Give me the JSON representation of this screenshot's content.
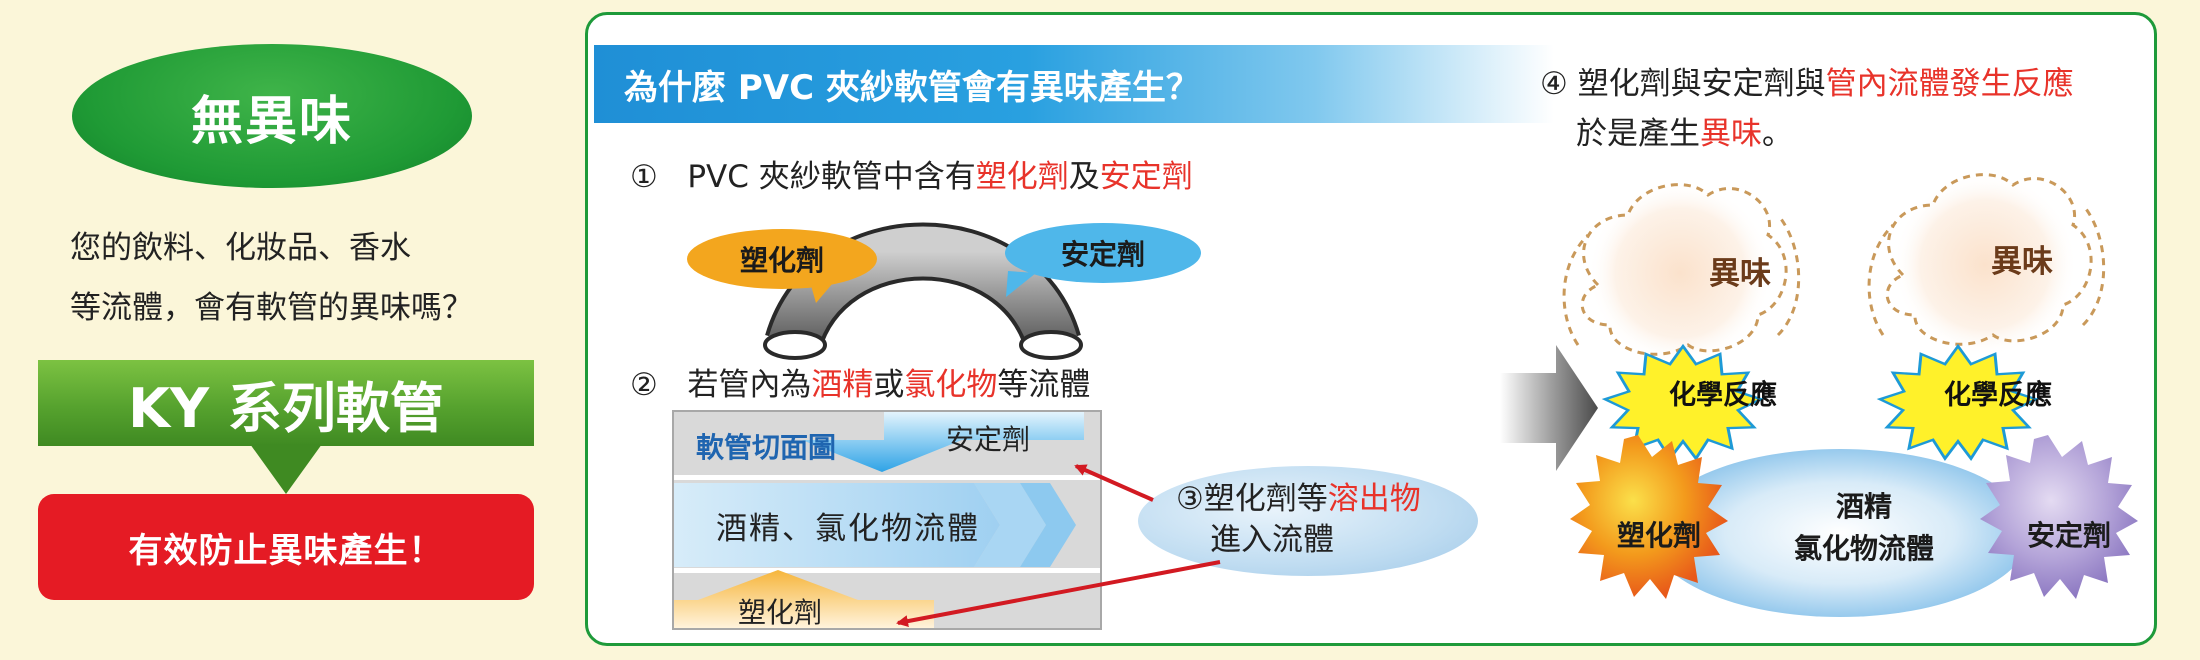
{
  "left": {
    "badge": "無異味",
    "question_line1": "您的飲料、化妝品、香水",
    "question_line2": "等流體，會有軟管的異味嗎？",
    "series": "KY 系列軟管",
    "result": "有效防止異味產生！"
  },
  "panel": {
    "title": "為什麼 PVC 夾紗軟管會有異味產生？",
    "step1": {
      "num": "①",
      "text_a": "PVC 夾紗軟管中含有",
      "plasticizer": "塑化劑",
      "and": "及",
      "stabilizer": "安定劑"
    },
    "tube": {
      "plasticizer_label": "塑化劑",
      "stabilizer_label": "安定劑"
    },
    "step2": {
      "num": "②",
      "text_a": "若管內為",
      "alcohol": "酒精",
      "or": "或",
      "chloride": "氯化物",
      "text_b": "等流體"
    },
    "cross_section": {
      "title": "軟管切面圖",
      "stabilizer": "安定劑",
      "flow": "酒精、氯化物流體",
      "plasticizer": "塑化劑"
    },
    "step3": {
      "num": "③",
      "text_a": "塑化劑等",
      "leach": "溶出物",
      "text_b": "進入流體"
    },
    "step4": {
      "num": "④",
      "text_a": "塑化劑與安定劑與",
      "react": "管內流體發生反應",
      "text_b": "於是產生",
      "odor": "異味",
      "end": "。"
    },
    "reaction": {
      "odor_left": "異味",
      "odor_right": "異味",
      "chem_left": "化學反應",
      "chem_right": "化學反應",
      "plasticizer": "塑化劑",
      "stabilizer": "安定劑",
      "fluid_line1": "酒精",
      "fluid_line2": "氯化物流體"
    }
  },
  "colors": {
    "green": "#1f9a35",
    "red": "#e51b24",
    "blue": "#1f8fd6",
    "accent_red_text": "#e8332a",
    "orange": "#f3a61e",
    "sky": "#4fb7ea"
  }
}
